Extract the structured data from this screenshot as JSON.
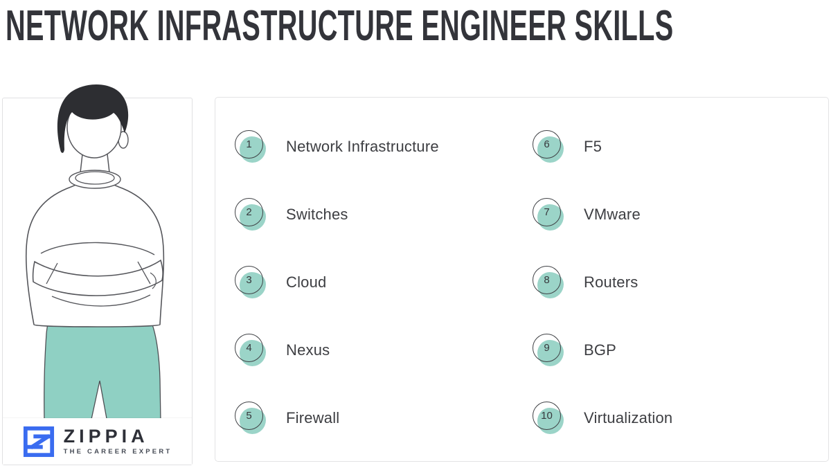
{
  "page": {
    "title": "NETWORK INFRASTRUCTURE ENGINEER SKILLS"
  },
  "branding": {
    "logo_text": "ZIPPIA",
    "tagline": "THE CAREER EXPERT"
  },
  "illustration": {
    "name": "man-with-arms-crossed"
  },
  "skills": {
    "columns": [
      {
        "items": [
          {
            "number": "1",
            "label": "Network Infrastructure"
          },
          {
            "number": "2",
            "label": "Switches"
          },
          {
            "number": "3",
            "label": "Cloud"
          },
          {
            "number": "4",
            "label": "Nexus"
          },
          {
            "number": "5",
            "label": "Firewall"
          }
        ]
      },
      {
        "items": [
          {
            "number": "6",
            "label": "F5"
          },
          {
            "number": "7",
            "label": "VMware"
          },
          {
            "number": "8",
            "label": "Routers"
          },
          {
            "number": "9",
            "label": "BGP"
          },
          {
            "number": "10",
            "label": "Virtualization"
          }
        ]
      }
    ]
  },
  "colors": {
    "accent_teal": "#8fd0c3",
    "badge_teal": "#9bd4c8",
    "logo_blue": "#3a6cf0",
    "title_text": "#33343a",
    "body_text": "#3d3e42",
    "card_border": "#e3e3e5"
  }
}
